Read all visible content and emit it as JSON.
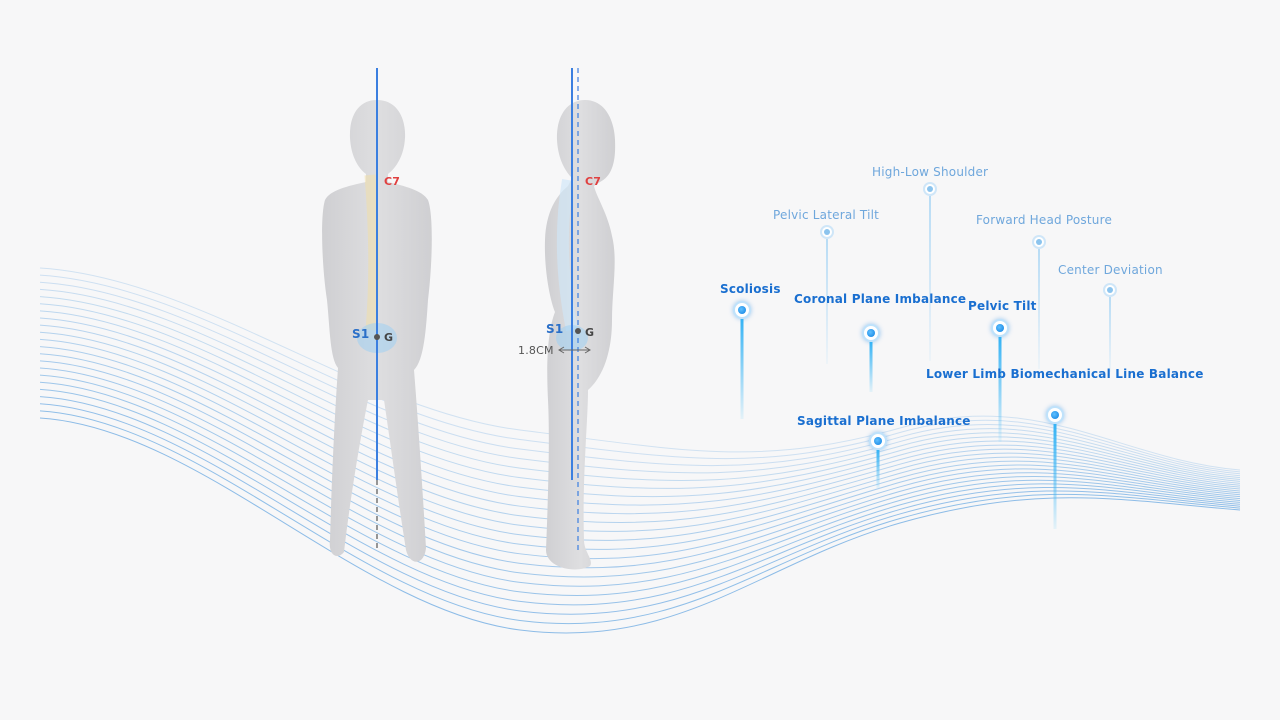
{
  "figures": {
    "left": {
      "top_marker": "C7",
      "bottom_marker": "S1",
      "center_marker": "G"
    },
    "right": {
      "top_marker": "C7",
      "bottom_marker": "S1",
      "center_marker": "G",
      "offset": "1.8CM"
    }
  },
  "conditions": [
    {
      "id": "high-low-shoulder",
      "label": "High-Low Shoulder",
      "style": "light"
    },
    {
      "id": "pelvic-lateral-tilt",
      "label": "Pelvic Lateral Tilt",
      "style": "light"
    },
    {
      "id": "forward-head-posture",
      "label": "Forward Head Posture",
      "style": "light"
    },
    {
      "id": "center-deviation",
      "label": "Center Deviation",
      "style": "light"
    },
    {
      "id": "scoliosis",
      "label": "Scoliosis",
      "style": "dark"
    },
    {
      "id": "coronal-plane-imbalance",
      "label": "Coronal Plane Imbalance",
      "style": "dark"
    },
    {
      "id": "pelvic-tilt",
      "label": "Pelvic Tilt",
      "style": "dark"
    },
    {
      "id": "lower-limb-balance",
      "label": "Lower Limb Biomechanical Line Balance",
      "style": "dark"
    },
    {
      "id": "sagittal-plane-imbalance",
      "label": "Sagittal Plane Imbalance",
      "style": "dark"
    }
  ],
  "colors": {
    "accent": "#1a6fd0",
    "accent_light": "#6fa7dc",
    "marker_red": "#e04040",
    "wave": "#5fa3e0",
    "body": "#d3d3d6"
  }
}
